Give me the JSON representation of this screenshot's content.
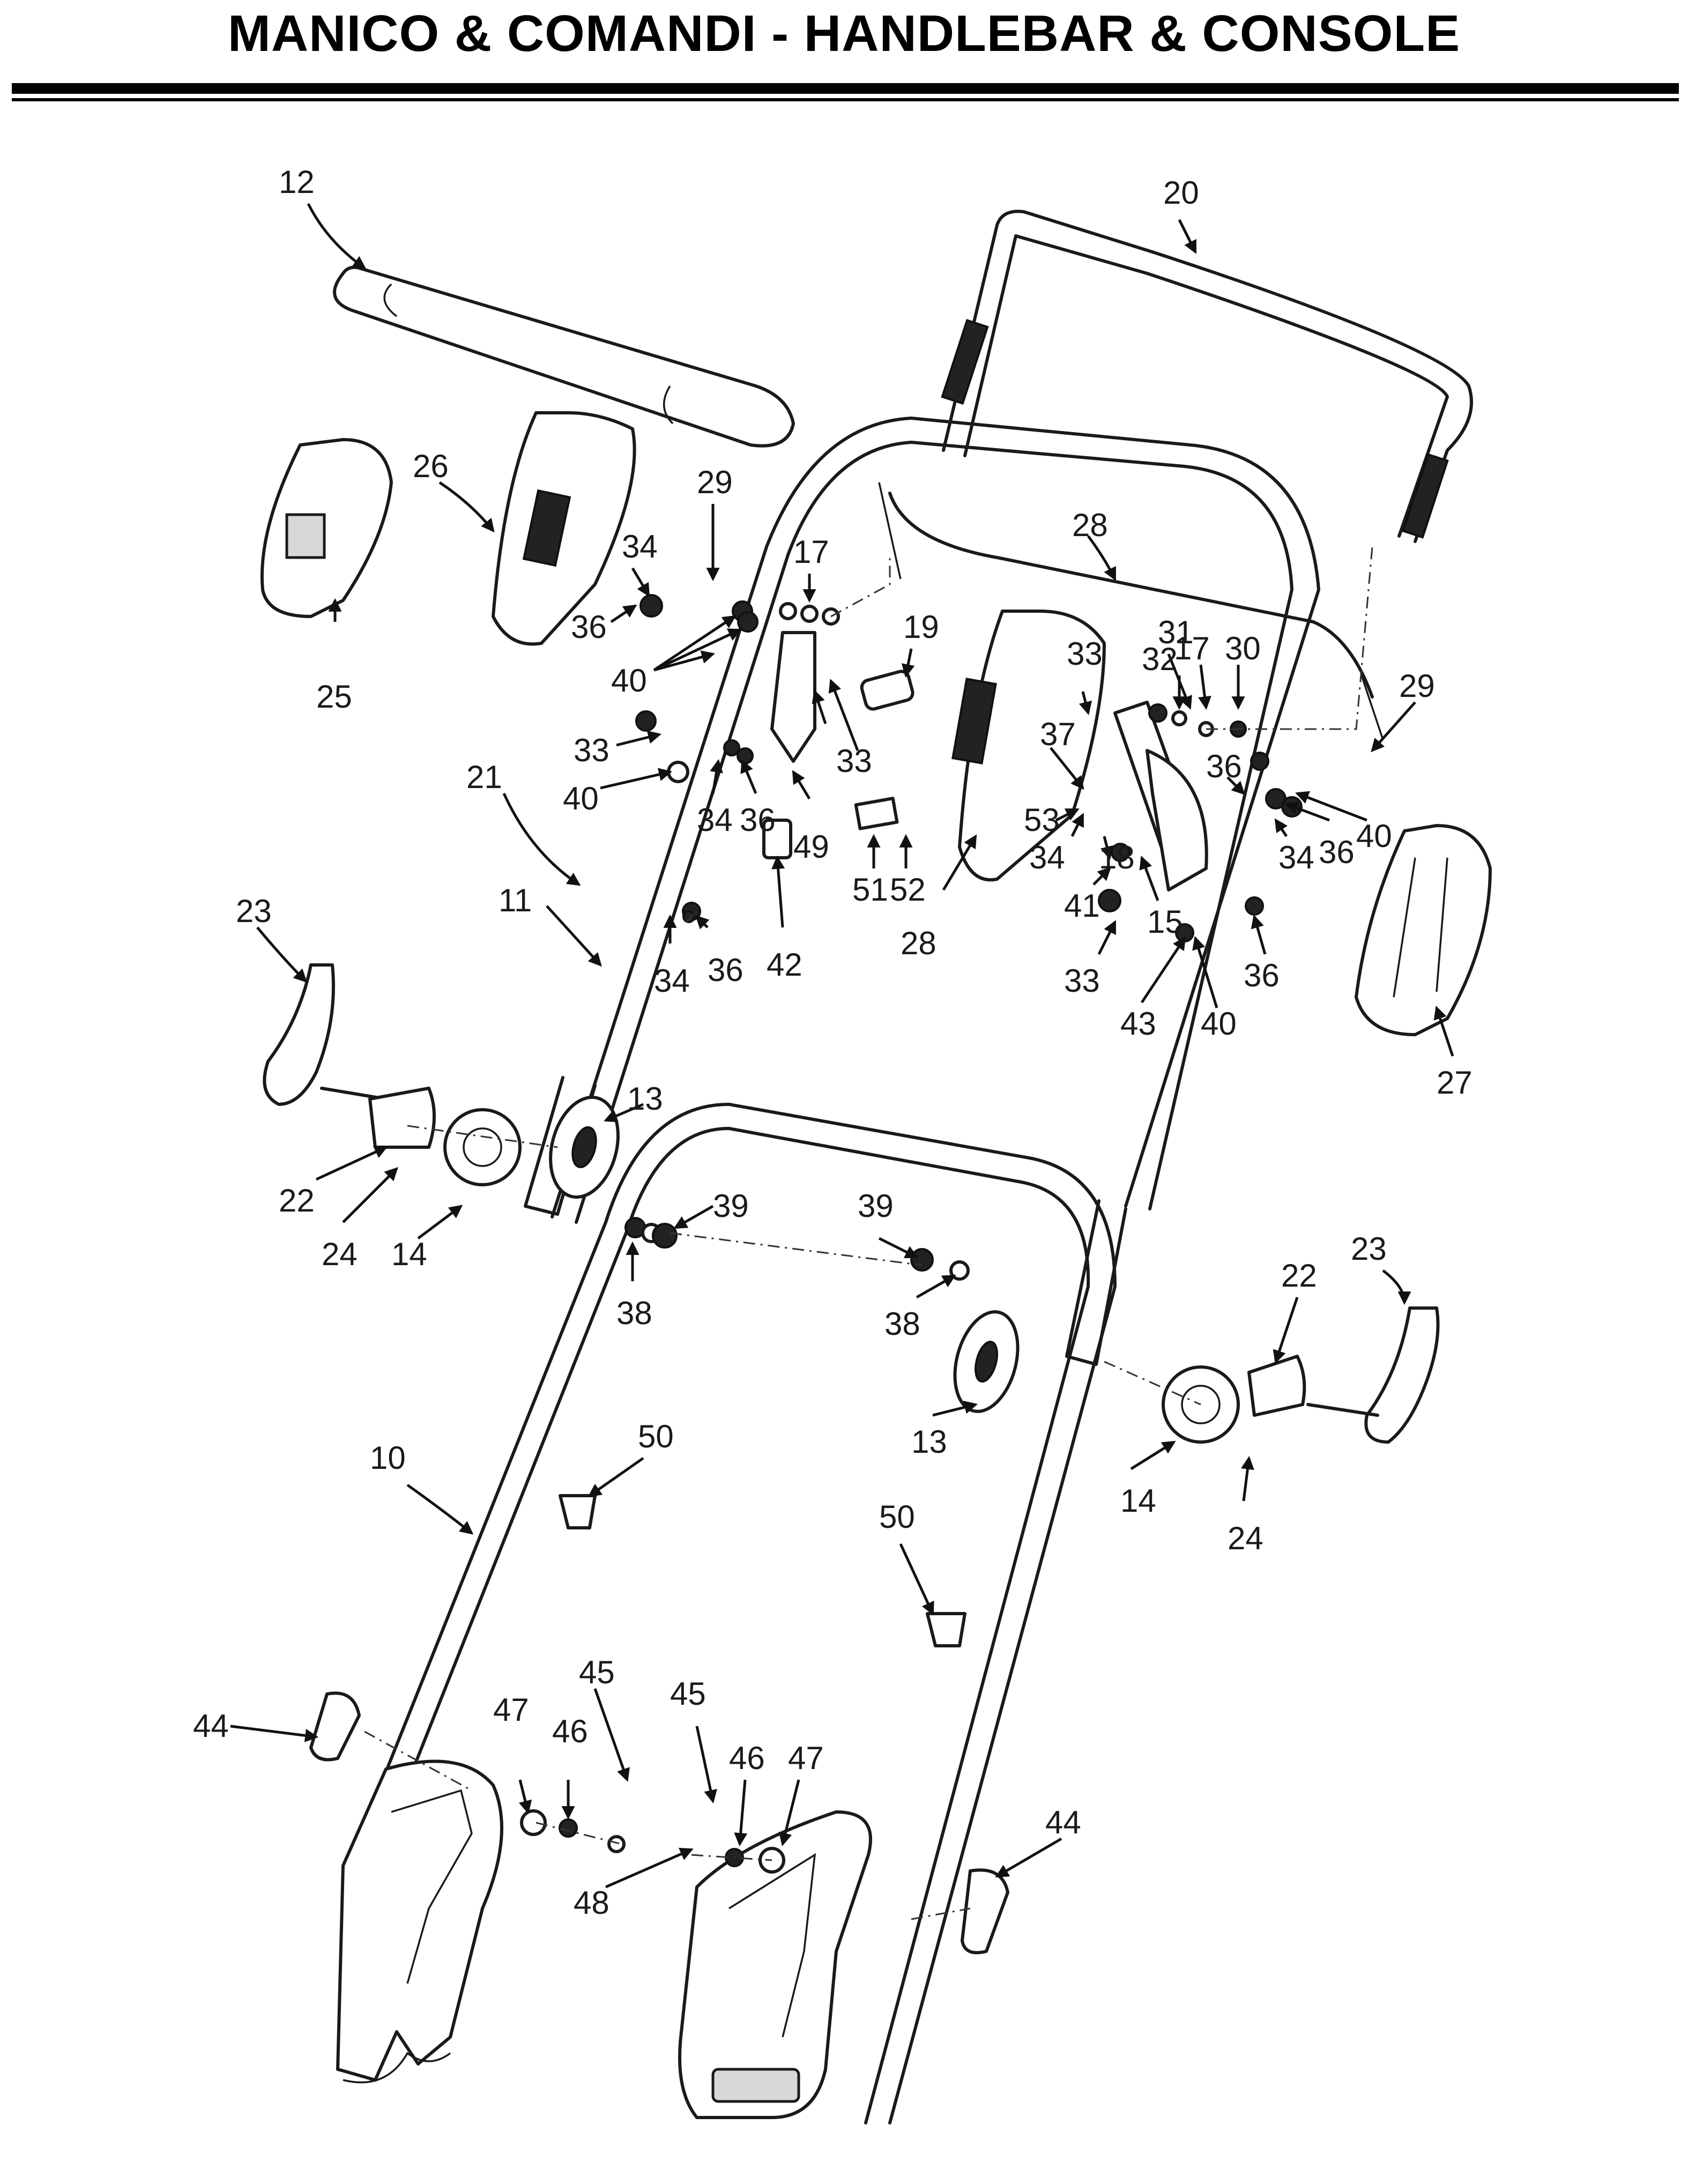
{
  "header": {
    "title": "MANICO & COMANDI - HANDLEBAR & CONSOLE"
  },
  "callouts": [
    {
      "id": "c12",
      "label": "12"
    },
    {
      "id": "c20",
      "label": "20"
    },
    {
      "id": "c26",
      "label": "26"
    },
    {
      "id": "c29a",
      "label": "29"
    },
    {
      "id": "c17a",
      "label": "17"
    },
    {
      "id": "c28a",
      "label": "28"
    },
    {
      "id": "c34a",
      "label": "34"
    },
    {
      "id": "c36a",
      "label": "36"
    },
    {
      "id": "c40a",
      "label": "40"
    },
    {
      "id": "c25",
      "label": "25"
    },
    {
      "id": "c19",
      "label": "19"
    },
    {
      "id": "c33a",
      "label": "33"
    },
    {
      "id": "c31",
      "label": "31"
    },
    {
      "id": "c32",
      "label": "32"
    },
    {
      "id": "c17b",
      "label": "17"
    },
    {
      "id": "c30",
      "label": "30"
    },
    {
      "id": "c29b",
      "label": "29"
    },
    {
      "id": "c33b",
      "label": "33"
    },
    {
      "id": "c33c",
      "label": "33"
    },
    {
      "id": "c40b",
      "label": "40"
    },
    {
      "id": "c34b",
      "label": "34"
    },
    {
      "id": "c36b",
      "label": "36"
    },
    {
      "id": "c49",
      "label": "49"
    },
    {
      "id": "c37",
      "label": "37"
    },
    {
      "id": "c36c",
      "label": "36"
    },
    {
      "id": "c53",
      "label": "53"
    },
    {
      "id": "c34c",
      "label": "34"
    },
    {
      "id": "c36d",
      "label": "36"
    },
    {
      "id": "c40c",
      "label": "40"
    },
    {
      "id": "c21",
      "label": "21"
    },
    {
      "id": "c18",
      "label": "18"
    },
    {
      "id": "c34d",
      "label": "34"
    },
    {
      "id": "c11",
      "label": "11"
    },
    {
      "id": "c51",
      "label": "51"
    },
    {
      "id": "c52",
      "label": "52"
    },
    {
      "id": "c28b",
      "label": "28"
    },
    {
      "id": "c41",
      "label": "41"
    },
    {
      "id": "c15",
      "label": "15"
    },
    {
      "id": "c42",
      "label": "42"
    },
    {
      "id": "c34e",
      "label": "34"
    },
    {
      "id": "c36e",
      "label": "36"
    },
    {
      "id": "c33d",
      "label": "33"
    },
    {
      "id": "c36f",
      "label": "36"
    },
    {
      "id": "c43",
      "label": "43"
    },
    {
      "id": "c40d",
      "label": "40"
    },
    {
      "id": "c23a",
      "label": "23"
    },
    {
      "id": "c27",
      "label": "27"
    },
    {
      "id": "c13a",
      "label": "13"
    },
    {
      "id": "c22a",
      "label": "22"
    },
    {
      "id": "c24a",
      "label": "24"
    },
    {
      "id": "c14a",
      "label": "14"
    },
    {
      "id": "c39a",
      "label": "39"
    },
    {
      "id": "c38a",
      "label": "38"
    },
    {
      "id": "c39b",
      "label": "39"
    },
    {
      "id": "c38b",
      "label": "38"
    },
    {
      "id": "c23b",
      "label": "23"
    },
    {
      "id": "c22b",
      "label": "22"
    },
    {
      "id": "c13b",
      "label": "13"
    },
    {
      "id": "c14b",
      "label": "14"
    },
    {
      "id": "c24b",
      "label": "24"
    },
    {
      "id": "c10",
      "label": "10"
    },
    {
      "id": "c50a",
      "label": "50"
    },
    {
      "id": "c50b",
      "label": "50"
    },
    {
      "id": "c45a",
      "label": "45"
    },
    {
      "id": "c45b",
      "label": "45"
    },
    {
      "id": "c44a",
      "label": "44"
    },
    {
      "id": "c47a",
      "label": "47"
    },
    {
      "id": "c46a",
      "label": "46"
    },
    {
      "id": "c46b",
      "label": "46"
    },
    {
      "id": "c47b",
      "label": "47"
    },
    {
      "id": "c48",
      "label": "48"
    },
    {
      "id": "c44b",
      "label": "44"
    }
  ]
}
